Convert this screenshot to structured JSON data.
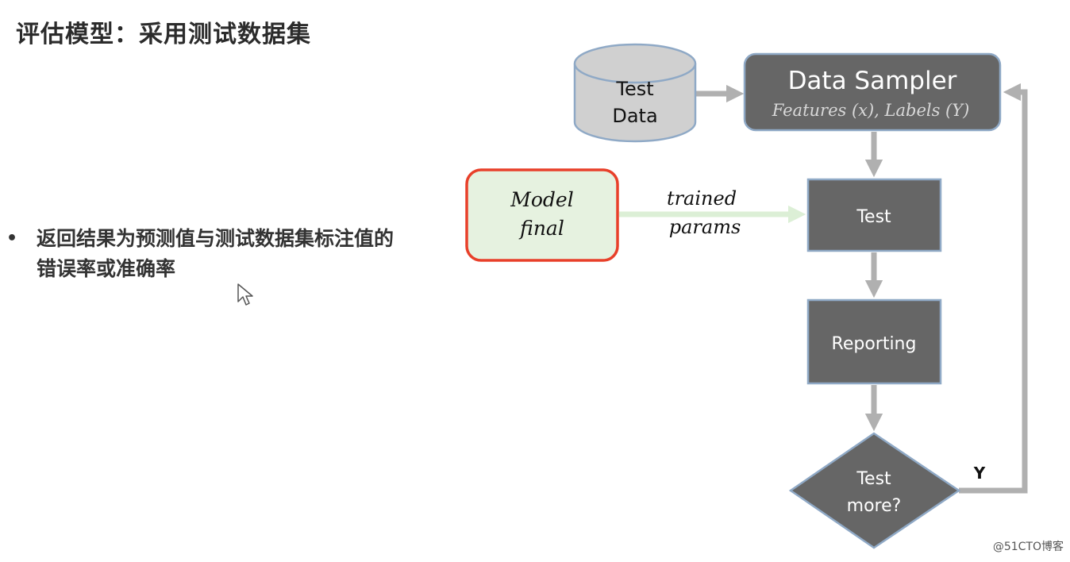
{
  "slide": {
    "title": "评估模型：采用测试数据集",
    "bullet_marker": "•",
    "bullet_text": "返回结果为预测值与测试数据集标注值的错误率或准确率"
  },
  "diagram": {
    "test_data": {
      "line1": "Test",
      "line2": "Data"
    },
    "data_sampler": {
      "title": "Data Sampler",
      "subtitle": "Features (x), Labels (Y)"
    },
    "model_final": {
      "line1": "Model",
      "line2": "final"
    },
    "trained_params": {
      "line1": "trained",
      "line2": "params"
    },
    "test_box": "Test",
    "reporting_box": "Reporting",
    "decision": {
      "line1": "Test",
      "line2": "more?"
    },
    "yes_label": "Y"
  },
  "watermark": "@51CTO博客",
  "colors": {
    "box_fill": "#666666",
    "box_border": "#8FA9C6",
    "arrow": "#B0B0B0",
    "cylinder_fill": "#D0D0D0",
    "model_fill": "#E6F2E0",
    "model_border": "#E8402A",
    "params_arrow": "#DCEFD6"
  }
}
